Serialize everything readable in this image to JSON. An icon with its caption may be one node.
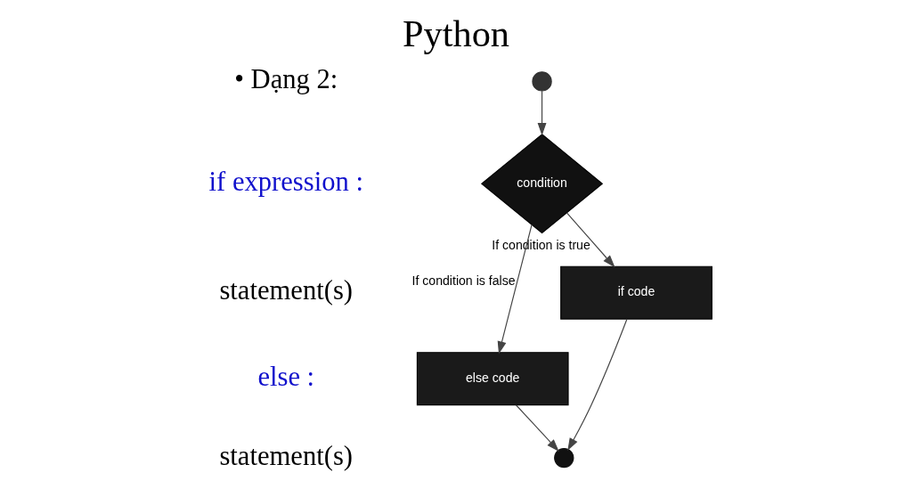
{
  "diagram": {
    "title": "Python",
    "nodes": [
      {
        "text": [],
        "shape": "circle"
      },
      {
        "text": [
          "condition"
        ]
      },
      {
        "text": [
          "if code"
        ]
      },
      {
        "text": [
          "else code"
        ]
      },
      {
        "text": [],
        "shape": "circle"
      }
    ],
    "edges": [
      {
        "from": 0,
        "to": 1,
        "arrow": "to"
      },
      {
        "from": 1,
        "to": 2,
        "arrow": "to",
        "label": "If condition is true"
      },
      {
        "from": 1,
        "to": 3,
        "arrow": "to",
        "label": "If condition is false"
      },
      {
        "from": 2,
        "to": 4,
        "arrow": "to"
      },
      {
        "from": 3,
        "to": 4,
        "arrow": "to"
      }
    ],
    "labels": [
      "• Dạng 2:",
      "if expression :",
      "statement(s)",
      "else :",
      "statement(s)"
    ]
  }
}
